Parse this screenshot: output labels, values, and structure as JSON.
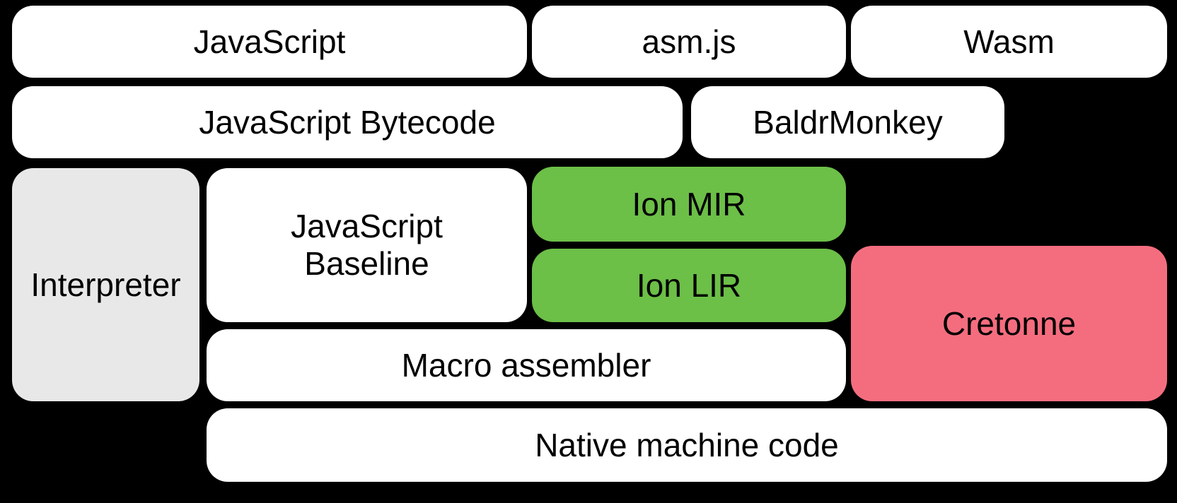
{
  "diagram": {
    "background_color": "#000000",
    "text_color": "#000000",
    "colors": {
      "white": "#ffffff",
      "gray": "#e8e8e8",
      "green": "#6cbf47",
      "pink": "#f46d7f"
    },
    "boxes": {
      "javascript": {
        "label": "JavaScript",
        "color": "white"
      },
      "asmjs": {
        "label": "asm.js",
        "color": "white"
      },
      "wasm": {
        "label": "Wasm",
        "color": "white"
      },
      "bytecode": {
        "label": "JavaScript Bytecode",
        "color": "white"
      },
      "baldrmonkey": {
        "label": "BaldrMonkey",
        "color": "white"
      },
      "interpreter": {
        "label": "Interpreter",
        "color": "gray"
      },
      "baseline": {
        "label": "JavaScript\nBaseline",
        "color": "white"
      },
      "ion_mir": {
        "label": "Ion MIR",
        "color": "green"
      },
      "ion_lir": {
        "label": "Ion LIR",
        "color": "green"
      },
      "cretonne": {
        "label": "Cretonne",
        "color": "pink"
      },
      "macro_assembler": {
        "label": "Macro assembler",
        "color": "white"
      },
      "native_code": {
        "label": "Native machine code",
        "color": "white"
      }
    }
  }
}
